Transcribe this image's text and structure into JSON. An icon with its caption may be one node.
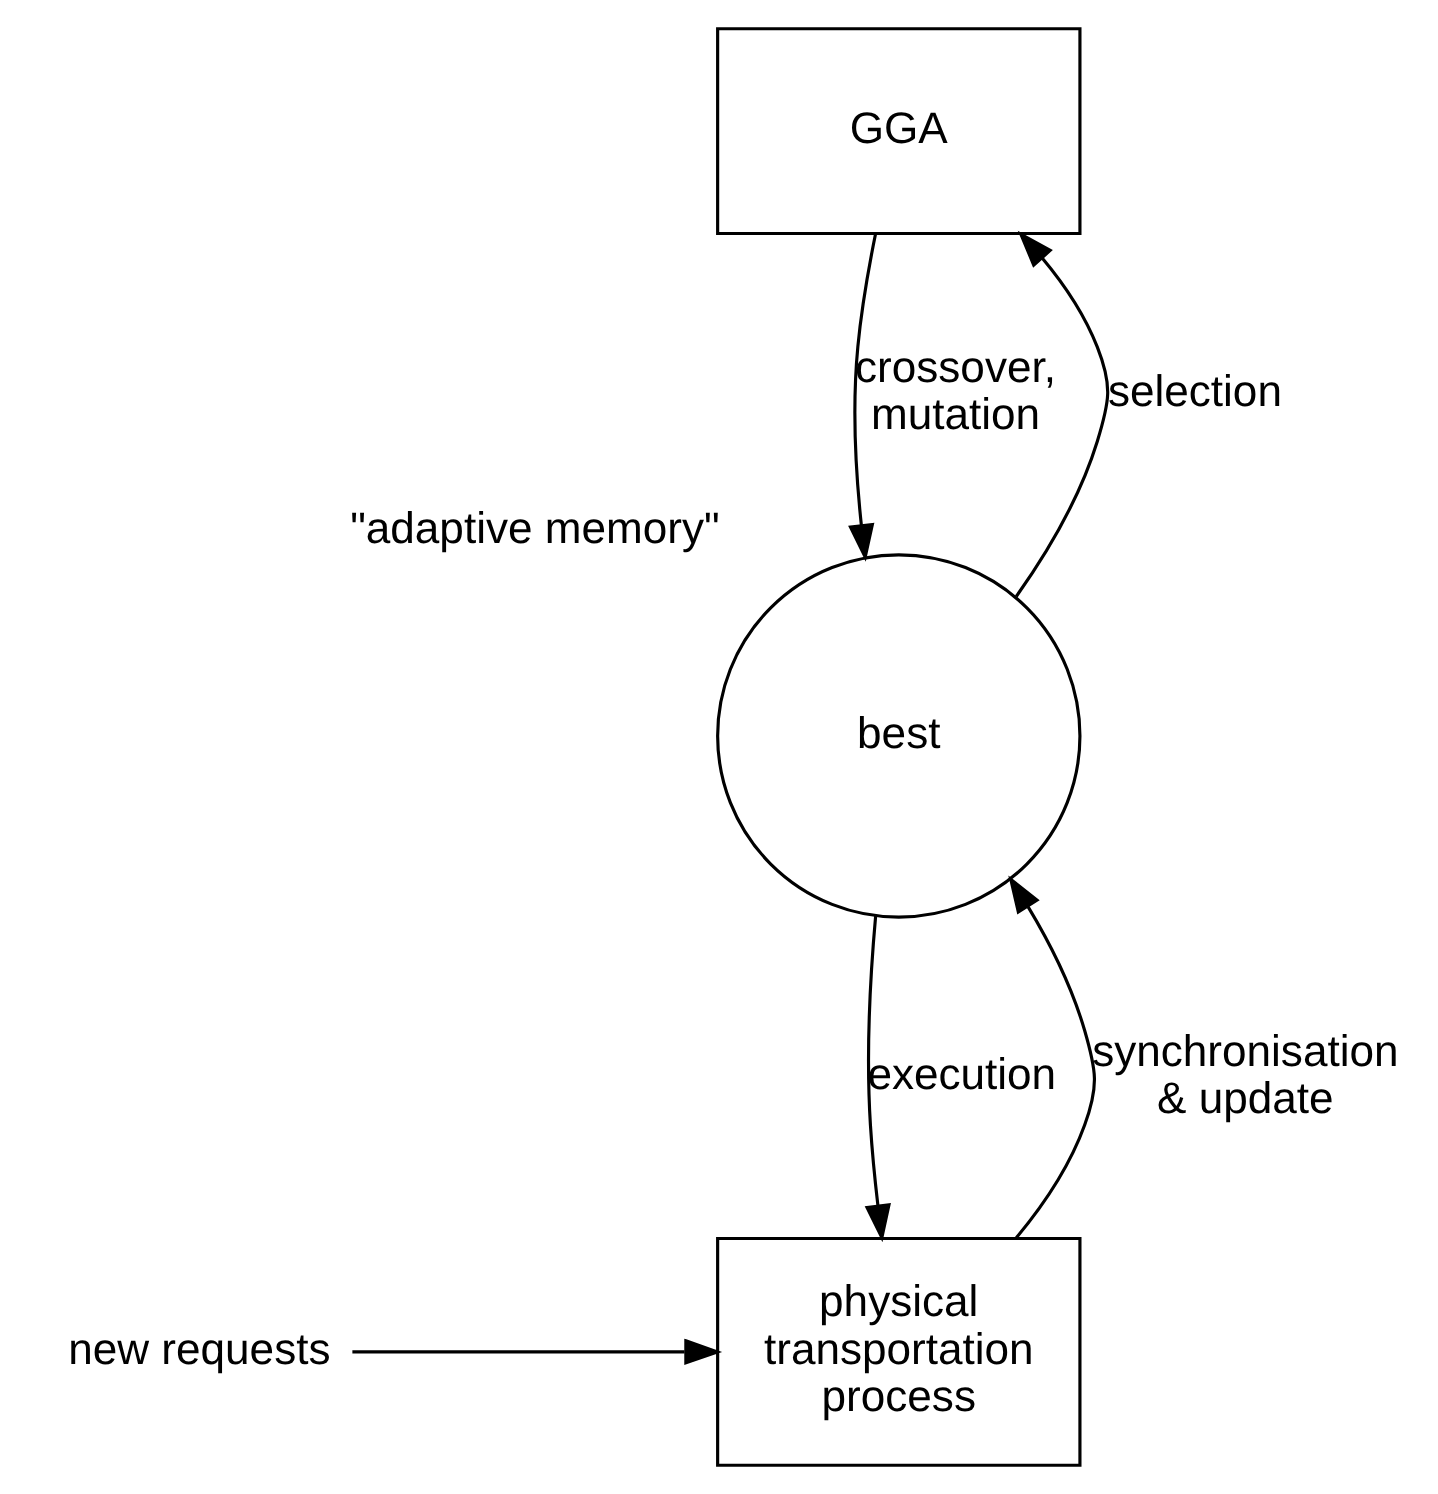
{
  "diagram": {
    "nodes": [
      {
        "text": [
          "GGA"
        ]
      },
      {
        "text": [
          "best"
        ],
        "beside": [
          "\"adaptive memory\""
        ]
      },
      {
        "text": [
          "physical transportation process"
        ]
      },
      {
        "text": [
          "new requests"
        ]
      }
    ],
    "edges": [
      {
        "from": 1,
        "to": 0,
        "arrow": "to",
        "label": "selection"
      },
      {
        "from": 0,
        "to": 1,
        "arrow": "to",
        "label": "crossover, mutation"
      },
      {
        "from": 1,
        "to": 2,
        "arrow": "to",
        "label": "execution"
      },
      {
        "from": 2,
        "to": 1,
        "arrow": "to",
        "label": "synchronisation & update"
      },
      {
        "from": 3,
        "to": 2,
        "arrow": "to"
      }
    ]
  }
}
